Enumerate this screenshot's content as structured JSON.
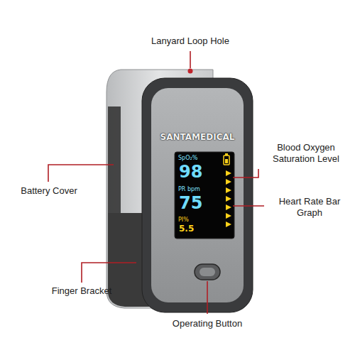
{
  "diagram": {
    "labels": [
      "Lanyard Loop Hole",
      "SANTAMEDICAL",
      "Blood Oxygen Saturation Level",
      "SpO₂%",
      "98",
      "PR bpm",
      "75",
      "PI%",
      "5.5",
      "Battery Cover",
      "Heart Rate Bar Graph",
      "Finger Bracket",
      "Operating Button"
    ]
  }
}
